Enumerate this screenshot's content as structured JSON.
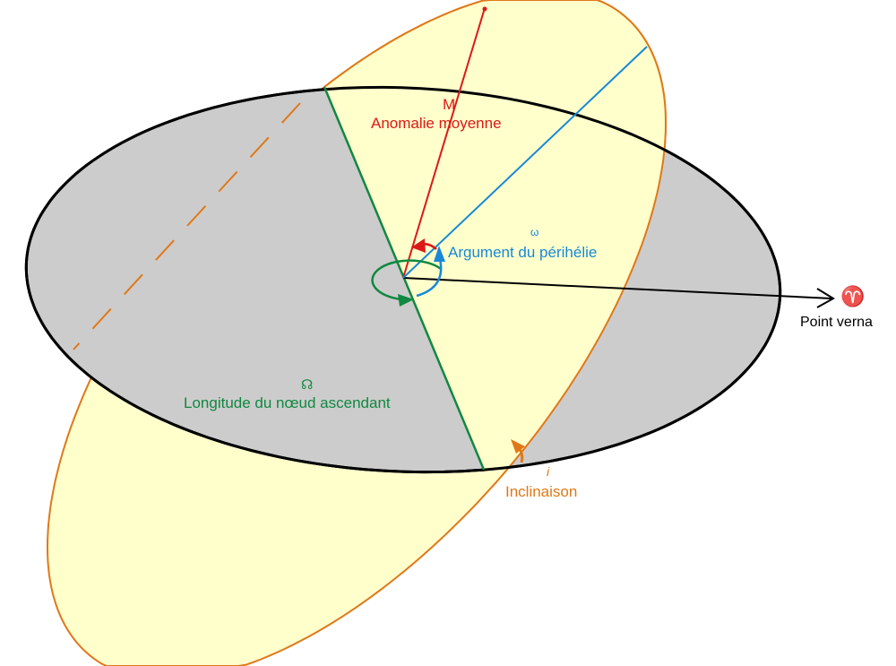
{
  "colors": {
    "ecliptic_fill": "#cccccc",
    "orbit_fill": "#ffffcc",
    "orbit_line": "#e07818",
    "node_line": "#108840",
    "mean_anomaly": "#dd1818",
    "perihelion": "#1888d8",
    "reference": "#000000"
  },
  "labels": {
    "mean_anomaly_symbol": "M",
    "mean_anomaly": "Anomalie moyenne",
    "perihelion_symbol": "ω",
    "perihelion": "Argument du périhélie",
    "node_symbol": "☊",
    "node": "Longitude du nœud ascendant",
    "inclination_symbol": "i",
    "inclination": "Inclinaison",
    "vernal_symbol": "♈",
    "vernal": "Point verna"
  }
}
